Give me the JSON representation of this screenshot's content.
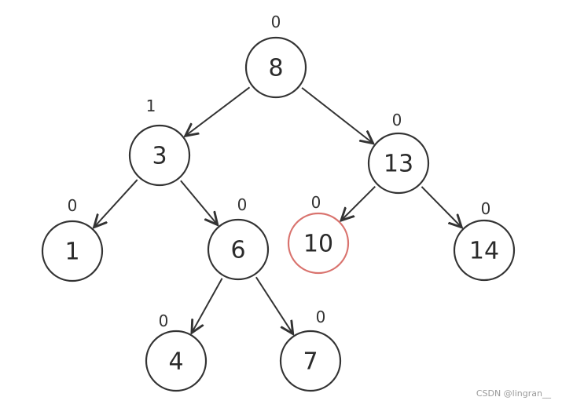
{
  "nodes": [
    {
      "id": "n8",
      "label": "8",
      "balance": "0",
      "highlight": false
    },
    {
      "id": "n3",
      "label": "3",
      "balance": "1",
      "highlight": false
    },
    {
      "id": "n13",
      "label": "13",
      "balance": "0",
      "highlight": false
    },
    {
      "id": "n1",
      "label": "1",
      "balance": "0",
      "highlight": false
    },
    {
      "id": "n6",
      "label": "6",
      "balance": "0",
      "highlight": false
    },
    {
      "id": "n10",
      "label": "10",
      "balance": "0",
      "highlight": true
    },
    {
      "id": "n14",
      "label": "14",
      "balance": "0",
      "highlight": false
    },
    {
      "id": "n4",
      "label": "4",
      "balance": "0",
      "highlight": false
    },
    {
      "id": "n7",
      "label": "7",
      "balance": "0",
      "highlight": false
    }
  ],
  "edges": [
    {
      "from": "n8",
      "to": "n3"
    },
    {
      "from": "n8",
      "to": "n13"
    },
    {
      "from": "n3",
      "to": "n1"
    },
    {
      "from": "n3",
      "to": "n6"
    },
    {
      "from": "n13",
      "to": "n10"
    },
    {
      "from": "n13",
      "to": "n14"
    },
    {
      "from": "n6",
      "to": "n4"
    },
    {
      "from": "n6",
      "to": "n7"
    }
  ],
  "colors": {
    "stroke": "#333333",
    "highlight": "#d9736e"
  },
  "watermark": "CSDN @lingran__"
}
